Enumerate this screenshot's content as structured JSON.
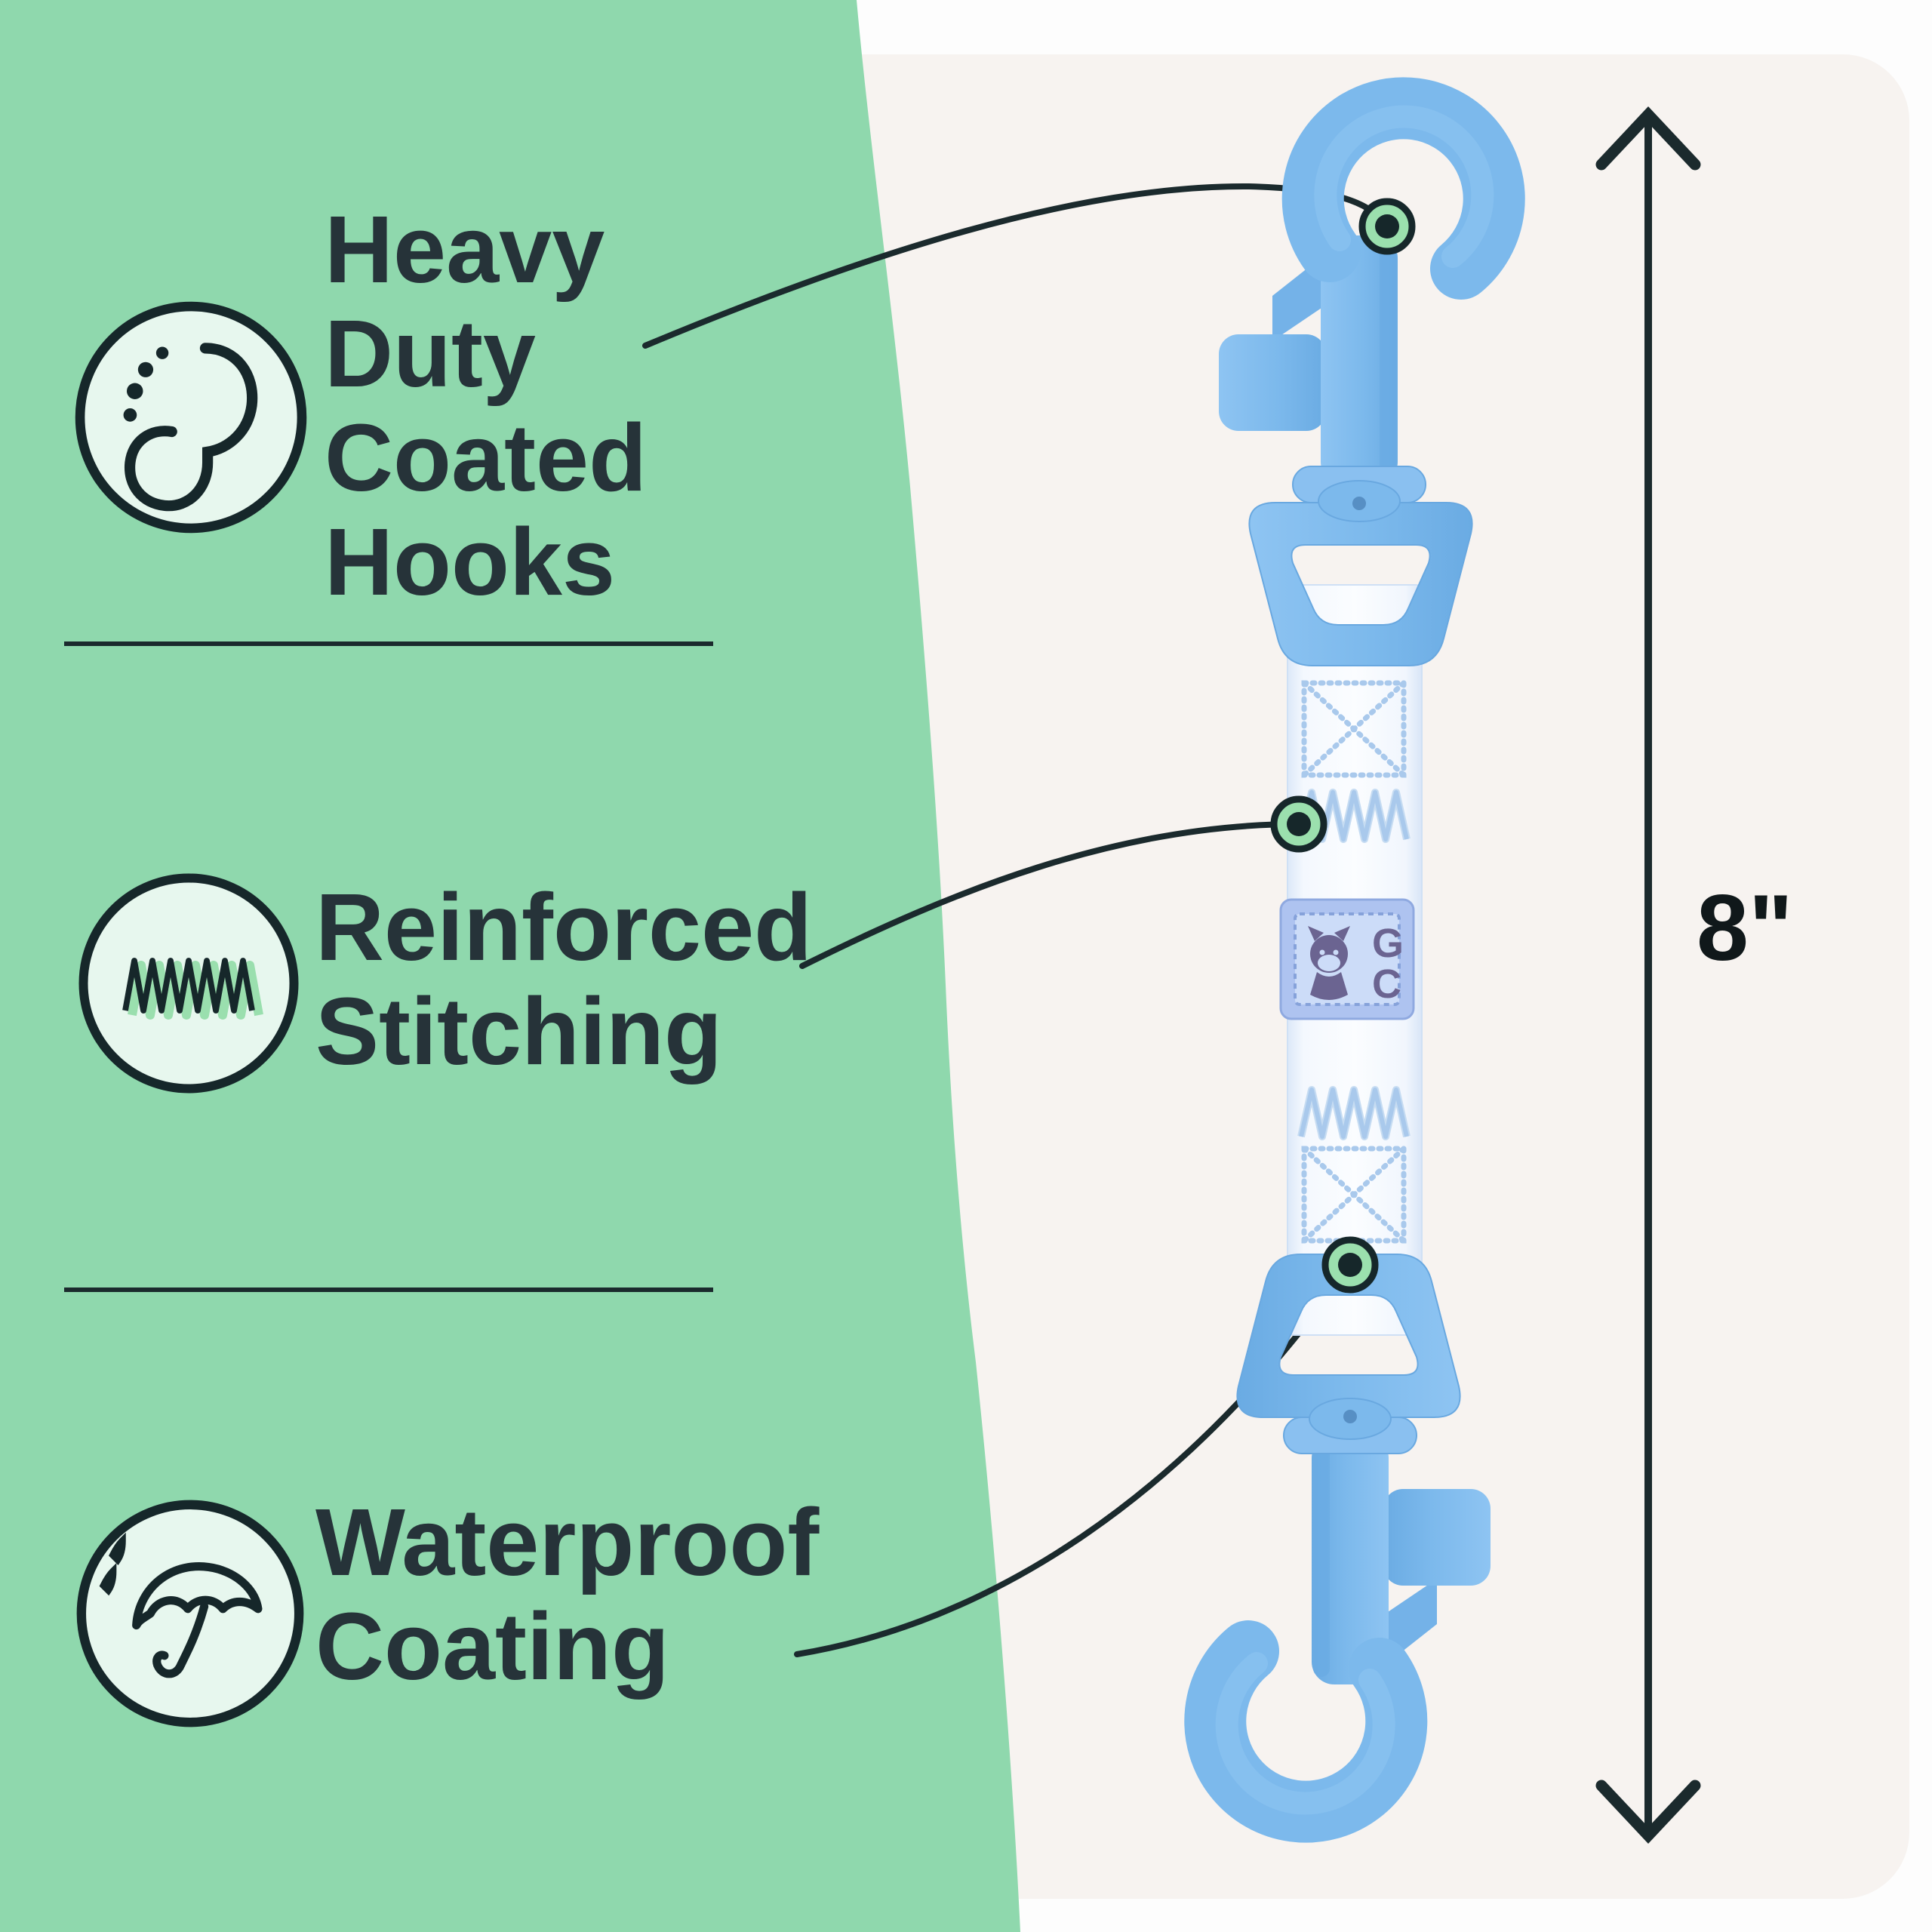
{
  "page": {
    "type": "product-feature-infographic",
    "colors": {
      "panel_green": "#8fd8ad",
      "page_white": "#fdfdfd",
      "photo_card": "#f7f3f0",
      "ink_dark": "#1b2a2d",
      "text_dark": "#263339",
      "icon_circle_fill": "#e7f7ee",
      "marker_green": "#9be0ae",
      "hardware_blue": "#7cb9ec",
      "hardware_blue_dark": "#66a7e0",
      "strap_white": "#f4f8fe",
      "strap_thread_blue": "#a9c9ec",
      "patch_border_blue": "#aec3f0",
      "patch_inner_blue": "#ccdcf8",
      "patch_glyph_purple": "#6b6491"
    }
  },
  "features": [
    {
      "icon": "snap-hook-icon",
      "label": "Heavy\nDuty\nCoated\nHooks"
    },
    {
      "icon": "stitch-zigzag-icon",
      "label": "Reinforced\nStitching"
    },
    {
      "icon": "umbrella-rain-icon",
      "label": "Waterproof\nCoating"
    }
  ],
  "measurement": {
    "label": "8\""
  },
  "product": {
    "name": "double-ended-snap-hook-extender",
    "patch": {
      "line1": "G",
      "line2": "C"
    }
  }
}
